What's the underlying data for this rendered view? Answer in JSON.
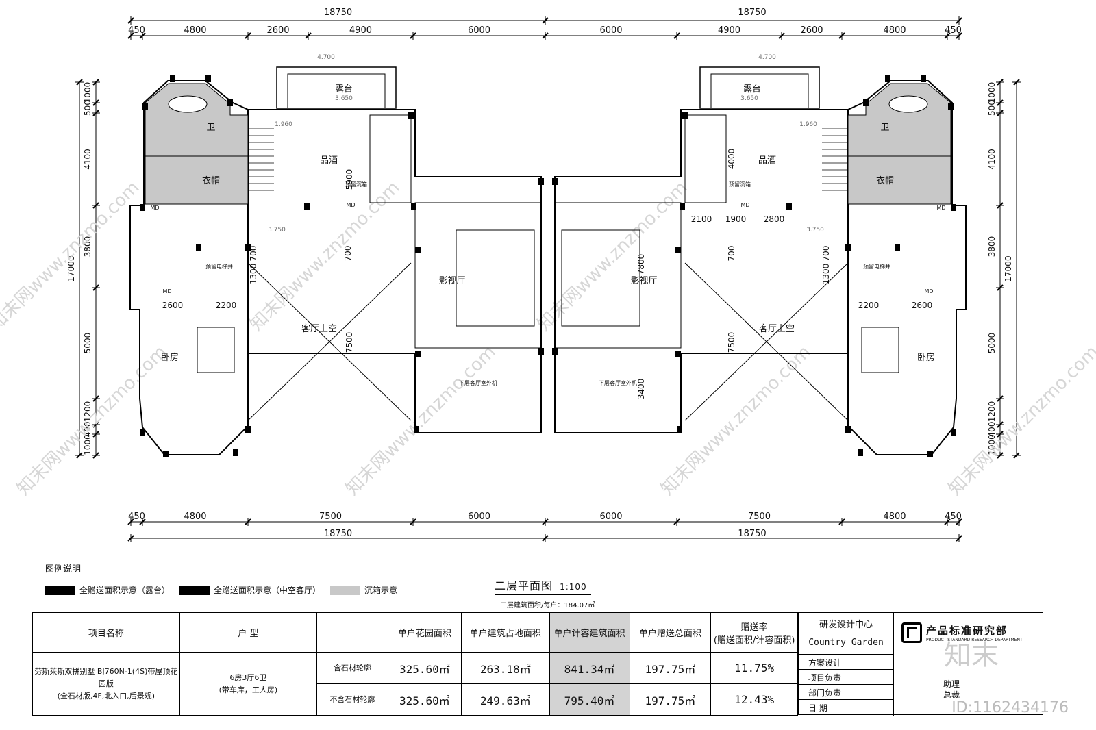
{
  "dimensions": {
    "top_total": [
      "18750",
      "18750"
    ],
    "top_segments": [
      "450",
      "4800",
      "2600",
      "4900",
      "6000",
      "6000",
      "4900",
      "2600",
      "4800",
      "450"
    ],
    "bottom_segments": [
      "450",
      "4800",
      "7500",
      "6000",
      "6000",
      "7500",
      "4800",
      "450"
    ],
    "bottom_total": [
      "18750",
      "18750"
    ],
    "left_vertical": [
      "1000",
      "500",
      "4100",
      "3800",
      "5000",
      "1200",
      "400",
      "1000"
    ],
    "right_vertical": [
      "1000",
      "500",
      "4100",
      "3800",
      "5000",
      "1200",
      "400",
      "1000"
    ],
    "left_overall": "17000",
    "right_overall": "17000",
    "interior": {
      "left_5900": "5900",
      "left_700": "700",
      "left_700b": "700",
      "left_1300": "1300",
      "left_2600": "2600",
      "left_2200": "2200",
      "left_7500": "7500",
      "center_7800": "7800",
      "center_3400": "3400",
      "right_4000": "4000",
      "right_2100": "2100",
      "right_1900": "1900",
      "right_2800": "2800",
      "right_700": "700",
      "right_700b": "700",
      "right_1300": "1300",
      "right_2200": "2200",
      "right_2600": "2600",
      "right_7500": "7500"
    },
    "elevations": [
      "4.700",
      "3.650",
      "1.960",
      "3.750",
      "4.700",
      "3.650",
      "1.960",
      "3.750"
    ]
  },
  "rooms": {
    "terrace": "露台",
    "bath": "卫",
    "wardrobe": "衣帽",
    "wine": "品酒",
    "theater": "影视厅",
    "living_void": "客厅上空",
    "bedroom": "卧房",
    "md": "MD",
    "lift": "预留电梯井",
    "duct": "预留沉箱",
    "outdoor_unit": "下层客厅室外机"
  },
  "legend": {
    "title": "图例说明",
    "items": [
      {
        "label": "全赠送面积示意（露台）",
        "color": "#000000"
      },
      {
        "label": "全赠送面积示意（中空客厅）",
        "color": "#000000"
      },
      {
        "label": "沉箱示意",
        "color": "#c8c8c8"
      }
    ]
  },
  "plan_title": {
    "name": "二层平面图",
    "scale": "1:100",
    "subtitle": "二层建筑面积/每户：184.07㎡"
  },
  "table": {
    "headers": {
      "project": "项目名称",
      "type": "户 型",
      "garden": "单户花园面积",
      "footprint": "单户建筑占地面积",
      "far_area": "单户计容建筑面积",
      "gift_area": "单户赠送总面积",
      "gift_rate": "赠送率",
      "gift_rate_sub": "(赠送面积/计容面积)"
    },
    "project_name": "劳斯莱斯双拼别墅 BJ760N-1(4S)带屋顶花园版",
    "project_note": "(全石材版,4F,北入口,后景观)",
    "type_main": "6房3厅6卫",
    "type_note": "(带车库，工人房)",
    "rows": [
      {
        "variant": "含石材轮廓",
        "garden": "325.60㎡",
        "footprint": "263.18㎡",
        "far": "841.34㎡",
        "gift": "197.75㎡",
        "rate": "11.75%"
      },
      {
        "variant": "不含石材轮廓",
        "garden": "325.60㎡",
        "footprint": "249.63㎡",
        "far": "795.40㎡",
        "gift": "197.75㎡",
        "rate": "12.43%"
      }
    ]
  },
  "side_block": {
    "dept": "研发设计中心",
    "company": "Country Garden",
    "rows": [
      "方案设计",
      "项目负责",
      "部门负责",
      "日 期"
    ],
    "logo_name": "产品标准研究部",
    "logo_en": "PRODUCT STANDARD RESEARCH DEPARTMENT",
    "sig1": "助理",
    "sig2": "总裁"
  },
  "watermark": {
    "site": "知末网www.znzmo.com",
    "brand": "知末",
    "id": "ID:1162434176"
  }
}
